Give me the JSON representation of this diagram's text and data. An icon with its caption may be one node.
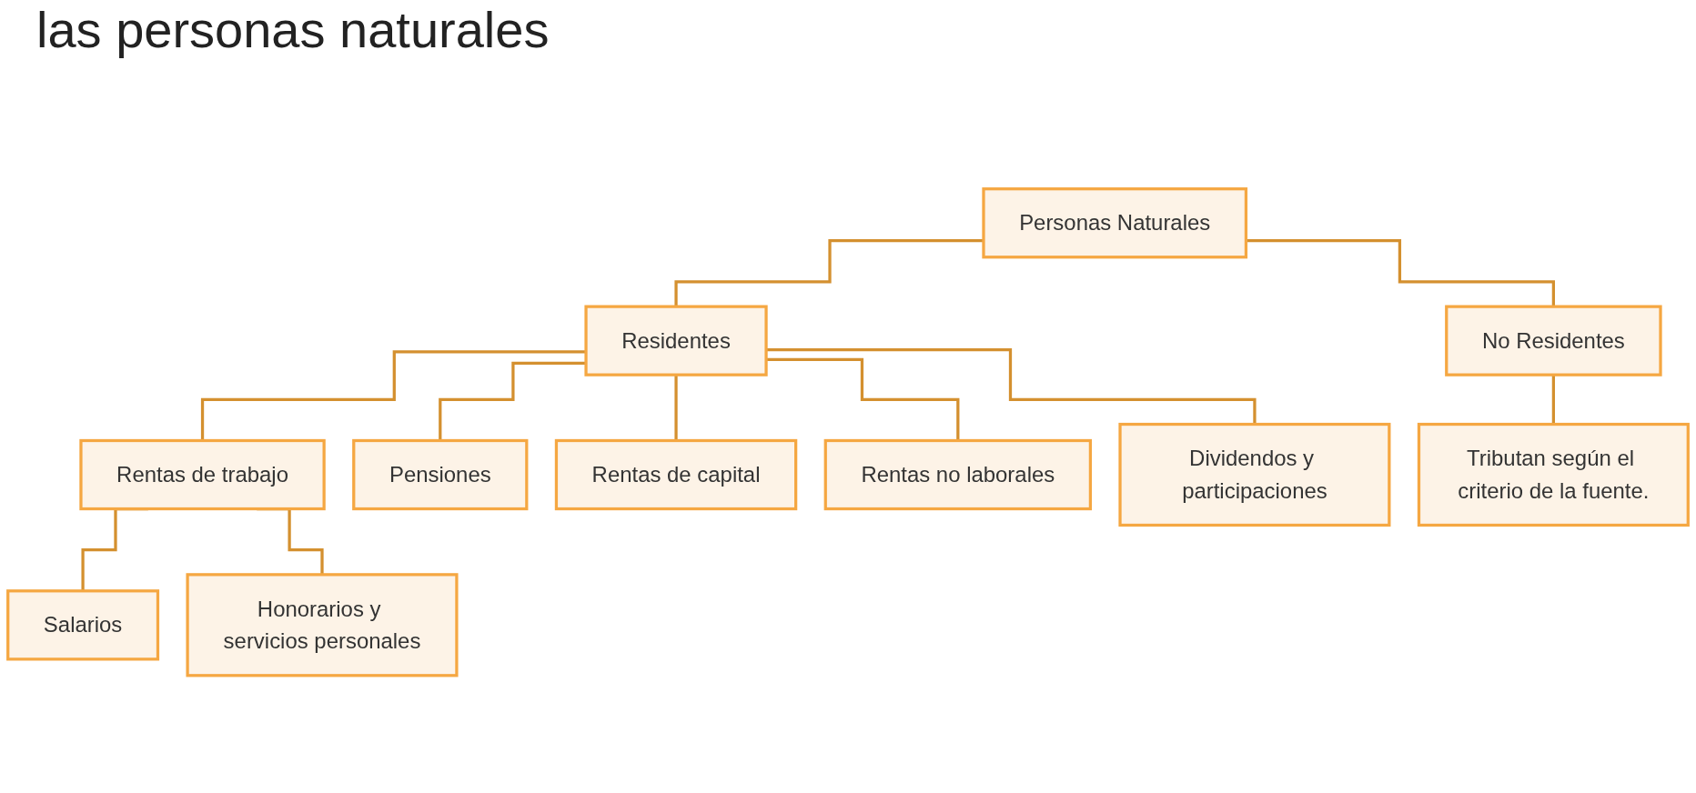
{
  "diagram": {
    "title": "las personas naturales",
    "nodes": [
      {
        "text": [
          "Personas Naturales"
        ]
      },
      {
        "text": [
          "Residentes"
        ]
      },
      {
        "text": [
          "No Residentes"
        ]
      },
      {
        "text": [
          "Rentas de trabajo"
        ]
      },
      {
        "text": [
          "Pensiones"
        ]
      },
      {
        "text": [
          "Rentas de capital"
        ]
      },
      {
        "text": [
          "Rentas no laborales"
        ]
      },
      {
        "text": [
          "Dividendos y participaciones"
        ]
      },
      {
        "text": [
          "Tributan según el criterio de la fuente."
        ]
      },
      {
        "text": [
          "Salarios"
        ]
      },
      {
        "text": [
          "Honorarios y servicios personales"
        ]
      }
    ],
    "edges": [
      {
        "from": 0,
        "to": 1,
        "arrow": "none"
      },
      {
        "from": 0,
        "to": 2,
        "arrow": "none"
      },
      {
        "from": 1,
        "to": 3,
        "arrow": "none"
      },
      {
        "from": 1,
        "to": 4,
        "arrow": "none"
      },
      {
        "from": 1,
        "to": 5,
        "arrow": "none"
      },
      {
        "from": 1,
        "to": 6,
        "arrow": "none"
      },
      {
        "from": 1,
        "to": 7,
        "arrow": "none"
      },
      {
        "from": 2,
        "to": 8,
        "arrow": "none"
      },
      {
        "from": 3,
        "to": 9,
        "arrow": "none"
      },
      {
        "from": 3,
        "to": 10,
        "arrow": "none"
      }
    ]
  }
}
